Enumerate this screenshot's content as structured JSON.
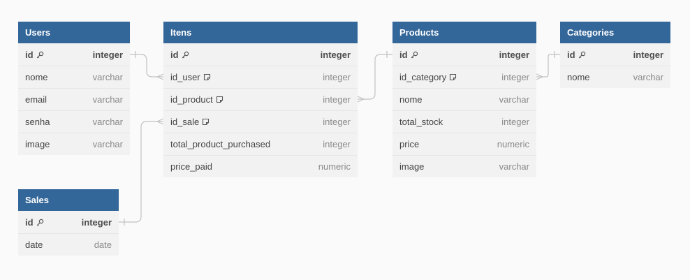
{
  "tables": [
    {
      "name": "Users",
      "columns": [
        {
          "name": "id",
          "type": "integer",
          "pk": true,
          "fk": false
        },
        {
          "name": "nome",
          "type": "varchar",
          "pk": false,
          "fk": false
        },
        {
          "name": "email",
          "type": "varchar",
          "pk": false,
          "fk": false
        },
        {
          "name": "senha",
          "type": "varchar",
          "pk": false,
          "fk": false
        },
        {
          "name": "image",
          "type": "varchar",
          "pk": false,
          "fk": false
        }
      ]
    },
    {
      "name": "Itens",
      "columns": [
        {
          "name": "id",
          "type": "integer",
          "pk": true,
          "fk": false
        },
        {
          "name": "id_user",
          "type": "integer",
          "pk": false,
          "fk": true
        },
        {
          "name": "id_product",
          "type": "integer",
          "pk": false,
          "fk": true
        },
        {
          "name": "id_sale",
          "type": "integer",
          "pk": false,
          "fk": true
        },
        {
          "name": "total_product_purchased",
          "type": "integer",
          "pk": false,
          "fk": false
        },
        {
          "name": "price_paid",
          "type": "numeric",
          "pk": false,
          "fk": false
        }
      ]
    },
    {
      "name": "Products",
      "columns": [
        {
          "name": "id",
          "type": "integer",
          "pk": true,
          "fk": false
        },
        {
          "name": "id_category",
          "type": "integer",
          "pk": false,
          "fk": true
        },
        {
          "name": "nome",
          "type": "varchar",
          "pk": false,
          "fk": false
        },
        {
          "name": "total_stock",
          "type": "integer",
          "pk": false,
          "fk": false
        },
        {
          "name": "price",
          "type": "numeric",
          "pk": false,
          "fk": false
        },
        {
          "name": "image",
          "type": "varchar",
          "pk": false,
          "fk": false
        }
      ]
    },
    {
      "name": "Categories",
      "columns": [
        {
          "name": "id",
          "type": "integer",
          "pk": true,
          "fk": false
        },
        {
          "name": "nome",
          "type": "varchar",
          "pk": false,
          "fk": false
        }
      ]
    },
    {
      "name": "Sales",
      "columns": [
        {
          "name": "id",
          "type": "integer",
          "pk": true,
          "fk": false
        },
        {
          "name": "date",
          "type": "date",
          "pk": false,
          "fk": false
        }
      ]
    }
  ],
  "relations": [
    {
      "from_table": "Users",
      "from_column": "id",
      "to_table": "Itens",
      "to_column": "id_user"
    },
    {
      "from_table": "Products",
      "from_column": "id",
      "to_table": "Itens",
      "to_column": "id_product"
    },
    {
      "from_table": "Categories",
      "from_column": "id",
      "to_table": "Products",
      "to_column": "id_category"
    },
    {
      "from_table": "Sales",
      "from_column": "id",
      "to_table": "Itens",
      "to_column": "id_sale"
    }
  ],
  "colors": {
    "header": "#336699",
    "canvas": "#fafafa",
    "body": "#f2f2f2",
    "connector": "#c2c2c2"
  },
  "icons": {
    "primary_key": "key-icon",
    "foreign_key": "note-icon"
  }
}
